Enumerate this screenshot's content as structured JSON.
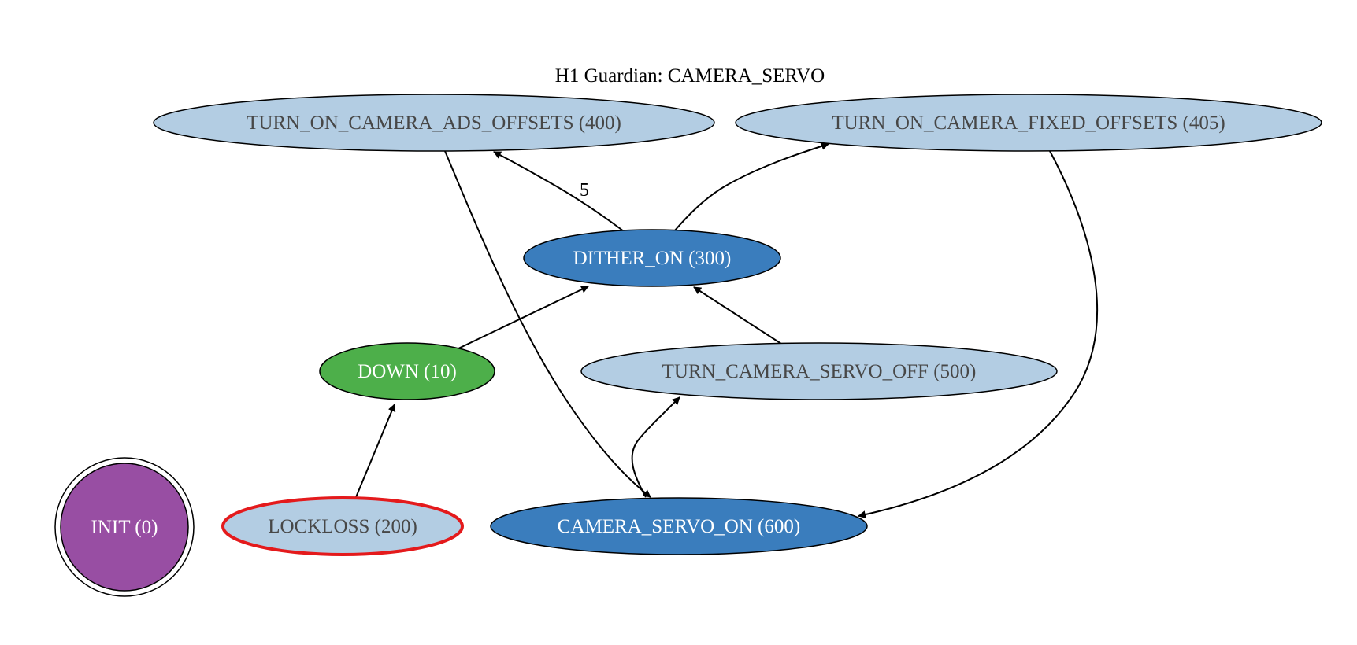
{
  "title": "H1 Guardian: CAMERA_SERVO",
  "colors": {
    "light_node": "#b3cde3",
    "dark_node": "#3a7dbd",
    "down_node": "#4daf4a",
    "init_node": "#984ea3",
    "lockloss_border": "#e41a1c",
    "dark_text": "#474747",
    "light_text": "#ffffff",
    "edge": "#000000"
  },
  "nodes": {
    "ads": {
      "label": "TURN_ON_CAMERA_ADS_OFFSETS (400)"
    },
    "fixed": {
      "label": "TURN_ON_CAMERA_FIXED_OFFSETS (405)"
    },
    "dither": {
      "label": "DITHER_ON (300)"
    },
    "down": {
      "label": "DOWN (10)"
    },
    "servo_off": {
      "label": "TURN_CAMERA_SERVO_OFF (500)"
    },
    "init": {
      "label": "INIT (0)"
    },
    "lockloss": {
      "label": "LOCKLOSS (200)"
    },
    "servo_on": {
      "label": "CAMERA_SERVO_ON (600)"
    }
  },
  "edges": [
    {
      "from": "dither",
      "to": "ads",
      "label": "5"
    },
    {
      "from": "dither",
      "to": "fixed"
    },
    {
      "from": "down",
      "to": "dither"
    },
    {
      "from": "servo_off",
      "to": "dither"
    },
    {
      "from": "lockloss",
      "to": "down"
    },
    {
      "from": "ads",
      "to": "servo_on"
    },
    {
      "from": "fixed",
      "to": "servo_on"
    },
    {
      "from": "servo_on",
      "to": "servo_off"
    }
  ]
}
